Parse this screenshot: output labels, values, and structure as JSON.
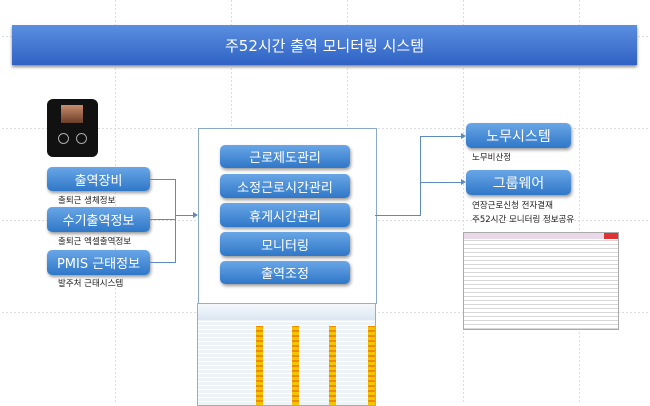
{
  "title": "주52시간 출역 모니터링 시스템",
  "inputs": [
    {
      "label": "출역장비",
      "caption": "출퇴근 생체정보"
    },
    {
      "label": "수기출역정보",
      "caption": "출퇴근 엑셀출역정보"
    },
    {
      "label": "PMIS 근태정보",
      "caption": "발주처 근태시스템"
    }
  ],
  "core": [
    "근로제도관리",
    "소정근로시간관리",
    "휴게시간관리",
    "모니터링",
    "출역조정"
  ],
  "outputs": [
    {
      "label": "노무시스템",
      "captions": [
        "노무비산정"
      ]
    },
    {
      "label": "그룹웨어",
      "captions": [
        "연장근로신청 전자결재",
        "주52시간 모니터링 정보공유"
      ]
    }
  ],
  "colors": {
    "button": "#2f77c8",
    "title": "#3a6fd0",
    "line": "#5d8bbf"
  }
}
